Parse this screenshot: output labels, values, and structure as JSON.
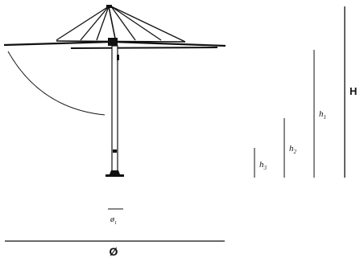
{
  "labels": {
    "diameter": "Ø",
    "base_diameter": "ø",
    "base_diameter_sub": "1",
    "height_total": "H",
    "height_1": "h",
    "height_1_sub": "1",
    "height_2": "h",
    "height_2_sub": "2",
    "height_3": "h",
    "height_3_sub": "3"
  }
}
